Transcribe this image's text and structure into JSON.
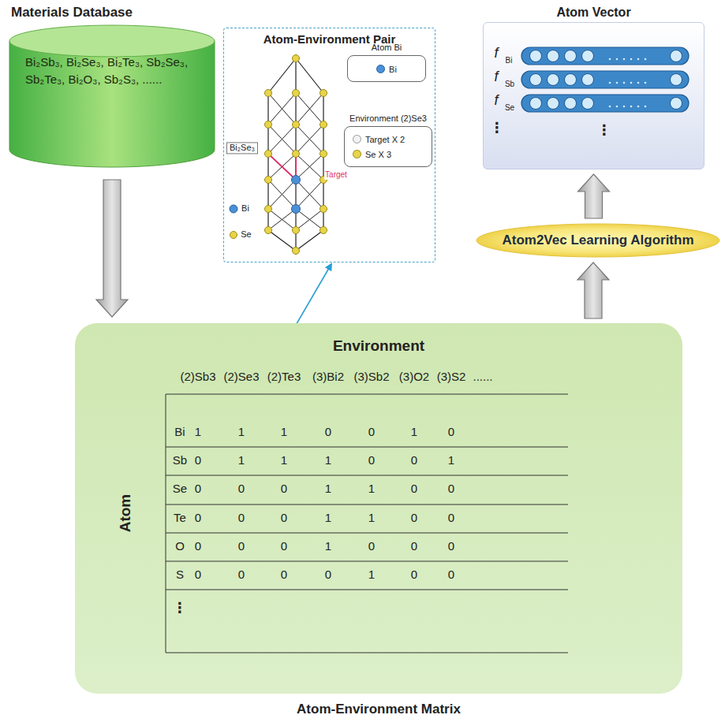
{
  "diagram": {
    "nodes": [
      {
        "text": [
          "Materials Database",
          "Bi₂Sb₃, Bi₂Se₃, Bi₂Te₃, Sb₂Se₃, Sb₂Te₃, Bi₂O₃, Sb₂S₃, ......"
        ]
      },
      {
        "text": [
          "Atom-Environment Pair"
        ]
      },
      {
        "text": [
          "Atom Bi",
          "Bi"
        ],
        "in": 1
      },
      {
        "text": [
          "Environment (2)Se3",
          "Target X 2",
          "Se X 3"
        ],
        "in": 1
      },
      {
        "text": [
          "Atom Vector"
        ]
      },
      {
        "text": [
          "Atom2Vec Learning Algorithm"
        ]
      },
      {
        "text": [
          "Environment",
          "Atom",
          "Atom-Environment Matrix"
        ]
      }
    ],
    "edges": [
      {
        "from": 0,
        "to": 6,
        "arrow": "to"
      },
      {
        "from": 6,
        "to": 5,
        "arrow": "to"
      },
      {
        "from": 5,
        "to": 4,
        "arrow": "to"
      },
      {
        "from": 6,
        "to": 1,
        "arrow": "to"
      }
    ],
    "labels": [
      "Bi₂Se₃",
      "Bi",
      "Se",
      "Target",
      "f",
      "Bi",
      "f",
      "Sb",
      "f",
      "Se",
      "⋮",
      "⋮",
      "(2)Sb3",
      "(2)Se3",
      "(2)Te3",
      "(3)Bi2",
      "(3)Sb2",
      "(3)O2",
      "(3)S2",
      "......",
      "Bi",
      "1",
      "1",
      "1",
      "0",
      "0",
      "1",
      "0",
      "Sb",
      "0",
      "1",
      "1",
      "1",
      "0",
      "0",
      "1",
      "Se",
      "0",
      "0",
      "0",
      "1",
      "1",
      "0",
      "0",
      "Te",
      "0",
      "0",
      "0",
      "1",
      "1",
      "0",
      "0",
      "O",
      "0",
      "0",
      "0",
      "1",
      "0",
      "0",
      "0",
      "S",
      "0",
      "0",
      "0",
      "0",
      "1",
      "0",
      "0",
      "⋮"
    ]
  }
}
